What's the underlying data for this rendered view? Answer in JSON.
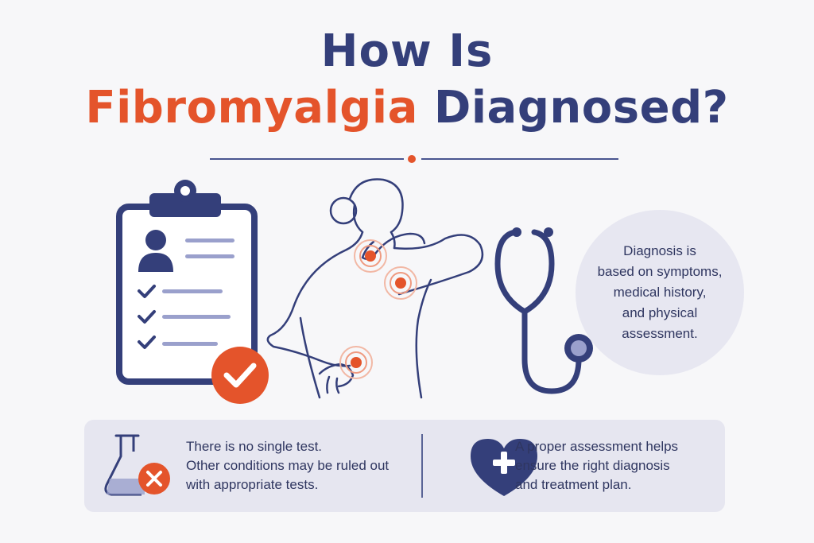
{
  "title": {
    "line1": "How Is",
    "accent": "Fibromyalgia",
    "rest": "Diagnosed?"
  },
  "bubble": {
    "lines": [
      "Diagnosis is",
      "based on symptoms,",
      "medical history,",
      "and physical",
      "assessment."
    ]
  },
  "panel": {
    "left_lines": [
      "There is no single test.",
      "Other conditions may be ruled out",
      "with appropriate tests."
    ],
    "right_lines": [
      "A proper assessment helps",
      "ensure the right diagnosis",
      "and treatment plan."
    ]
  },
  "icons": {
    "clipboard": "clipboard-checklist-icon",
    "check_badge": "check-badge-icon",
    "person": "person-pain-points-illustration",
    "stethoscope": "stethoscope-icon",
    "flask": "flask-icon",
    "cross_badge": "x-badge-icon",
    "heart": "heart-plus-icon"
  },
  "colors": {
    "navy": "#343f7a",
    "orange": "#e4542b",
    "panel": "#e6e6f0",
    "background": "#f7f7f9"
  }
}
